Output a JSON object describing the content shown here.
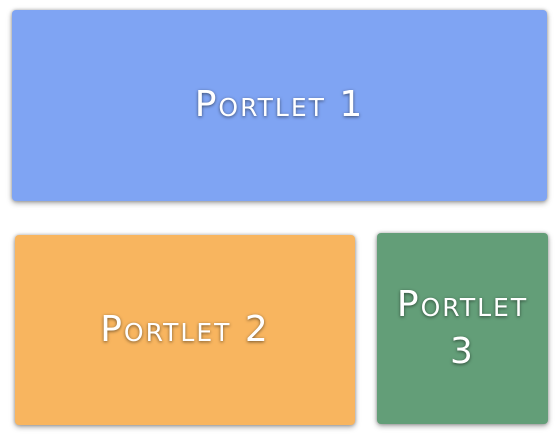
{
  "portlets": [
    {
      "title": "Portlet 1",
      "color": "#7fa4f3"
    },
    {
      "title": "Portlet 2",
      "color": "#f8b55f"
    },
    {
      "title": "Portlet 3",
      "color": "#639e78"
    }
  ]
}
